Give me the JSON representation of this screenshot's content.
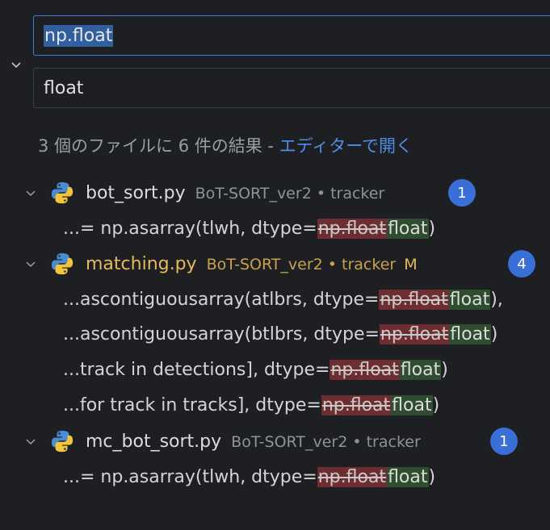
{
  "search": {
    "find_value": "np.float",
    "replace_value": "float"
  },
  "summary": {
    "text": "3 個のファイルに 6 件の結果 - ",
    "open_in_editor": "エディターで開く"
  },
  "files": [
    {
      "name": "bot_sort.py",
      "path": "BoT-SORT_ver2 • tracker",
      "modified": false,
      "count": "1",
      "matches": [
        {
          "prefix": "...= np.asarray(tlwh, dtype=",
          "removed": "np.float",
          "added": "float",
          "suffix": ")"
        }
      ]
    },
    {
      "name": "matching.py",
      "path": "BoT-SORT_ver2 • tracker",
      "modified": true,
      "modified_flag": "M",
      "count": "4",
      "matches": [
        {
          "prefix": "...ascontiguousarray(atlbrs, dtype=",
          "removed": "np.float",
          "added": "float",
          "suffix": "),"
        },
        {
          "prefix": "...ascontiguousarray(btlbrs, dtype=",
          "removed": "np.float",
          "added": "float",
          "suffix": ")"
        },
        {
          "prefix": "...track in detections], dtype=",
          "removed": "np.float",
          "added": "float",
          "suffix": ")"
        },
        {
          "prefix": "...for track in tracks], dtype=",
          "removed": "np.float",
          "added": "float",
          "suffix": ")"
        }
      ]
    },
    {
      "name": "mc_bot_sort.py",
      "path": "BoT-SORT_ver2 • tracker",
      "modified": false,
      "count": "1",
      "matches": [
        {
          "prefix": "...= np.asarray(tlwh, dtype=",
          "removed": "np.float",
          "added": "float",
          "suffix": ")"
        }
      ]
    }
  ],
  "icons": {
    "toggle": "chevron-down-icon",
    "collapse": "chevron-down-icon",
    "file": "python-icon"
  },
  "colors": {
    "accent": "#3d7bd6",
    "badge": "#3a6fd8",
    "modified": "#e5b95c",
    "removed_bg": "#6e2e31",
    "added_bg": "#2f4d2f"
  }
}
